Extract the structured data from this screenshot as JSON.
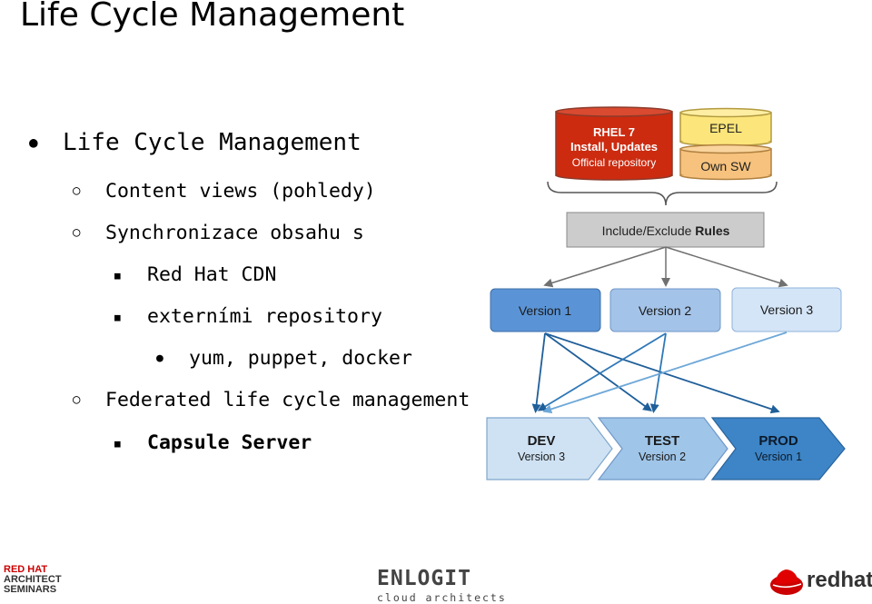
{
  "slide": {
    "title": "Life Cycle Management",
    "bullets": [
      {
        "text": "Life Cycle Management",
        "marker": "●"
      },
      {
        "text": "Content views (pohledy)",
        "marker": "○"
      },
      {
        "text": "Synchronizace obsahu s",
        "marker": "○"
      },
      {
        "text": "Red Hat CDN",
        "marker": "■"
      },
      {
        "text": "externími repository",
        "marker": "■"
      },
      {
        "text": "yum, puppet, docker",
        "marker": "●"
      },
      {
        "text": "Federated life cycle management",
        "marker": "○"
      },
      {
        "text": "Capsule Server",
        "marker": "■"
      }
    ]
  },
  "diagram": {
    "rhel": {
      "line1": "RHEL 7",
      "line2": "Install, Updates",
      "line3": "Official repository"
    },
    "epel": "EPEL",
    "own_sw": "Own SW",
    "rules": {
      "prefix": "Include/Exclude ",
      "bold": "Rules"
    },
    "versions": [
      "Version 1",
      "Version 2",
      "Version 3"
    ],
    "environments": [
      {
        "name": "DEV",
        "version": "Version 3"
      },
      {
        "name": "TEST",
        "version": "Version 2"
      },
      {
        "name": "PROD",
        "version": "Version 1"
      }
    ],
    "colors": {
      "rhel": "#cc2b10",
      "epel": "#fce57a",
      "own_sw": "#f6c27d",
      "rules_box": "#cccccc",
      "version1": "#5b94d6",
      "version2": "#a4c3e8",
      "version3": "#d4e5f7",
      "dev": "#cfe2f3",
      "test": "#9fc5e8",
      "prod": "#3d85c6"
    }
  },
  "footer": {
    "left_logo": [
      "RED HAT",
      "ARCHITECT",
      "SEMINARS"
    ],
    "center_logo": "ENLOGIT",
    "center_sub": "cloud architects",
    "right_logo": "redhat."
  }
}
